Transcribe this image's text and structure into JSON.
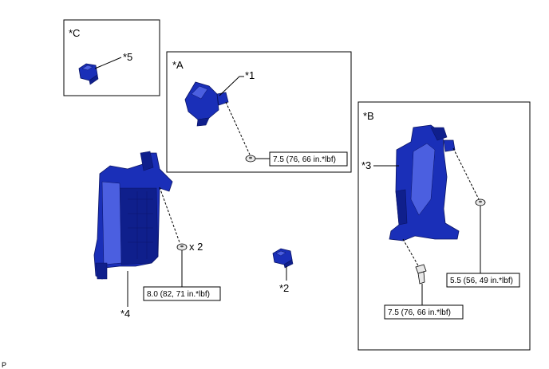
{
  "callouts": {
    "c": "*C",
    "a": "*A",
    "b": "*B",
    "p1": "*1",
    "p2": "*2",
    "p3": "*3",
    "p4": "*4",
    "p5": "*5"
  },
  "torques": {
    "a_nut": "7.5 (76, 66 in.*lbf)",
    "b_nut": "5.5 (56, 49 in.*lbf)",
    "b_bolt": "7.5 (76, 66 in.*lbf)",
    "ecu_nut": "8.0 (82, 71 in.*lbf)"
  },
  "quantity": "x 2",
  "corner_mark": "P",
  "colors": {
    "part": "#1a2fb8",
    "part_dark": "#0f1f8c",
    "line": "#000000"
  }
}
